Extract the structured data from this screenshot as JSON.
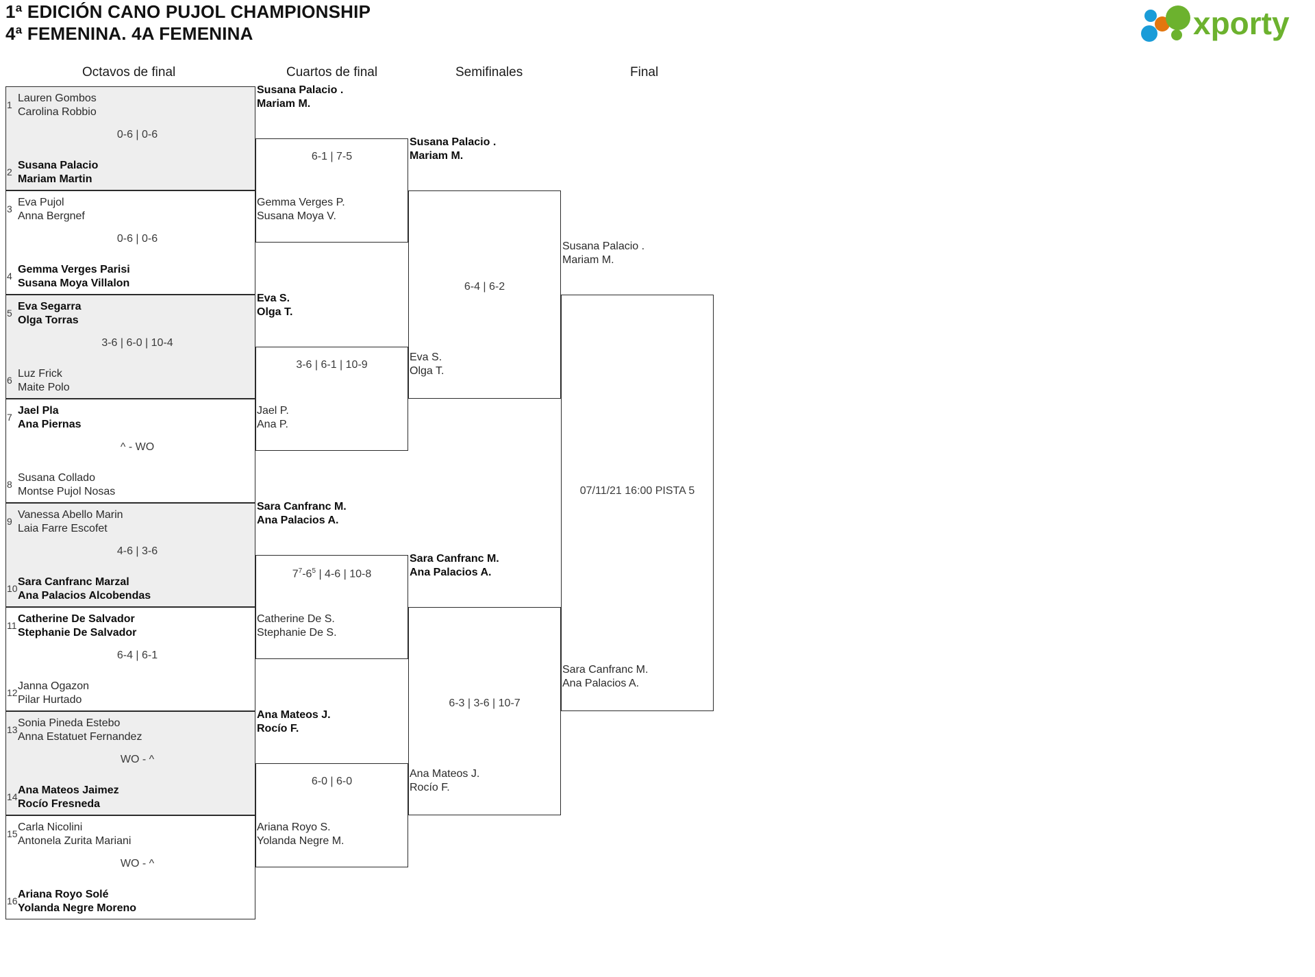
{
  "header": {
    "title": "1ª EDICIÓN CANO PUJOL CHAMPIONSHIP\n4ª FEMENINA. 4A FEMENINA",
    "logo_text": "xporty",
    "logo_colors": {
      "green": "#6cb22e",
      "blue": "#1a9cd8",
      "orange": "#e2760f"
    }
  },
  "rounds": [
    {
      "label": "Octavos de final"
    },
    {
      "label": "Cuartos de final"
    },
    {
      "label": "Semifinales"
    },
    {
      "label": "Final"
    }
  ],
  "round1": [
    {
      "seed_top": "1",
      "top": "Lauren Gombos\nCarolina Robbio",
      "top_winner": false,
      "seed_bottom": "2",
      "bottom": "Susana Palacio\nMariam Martin",
      "bottom_winner": true,
      "score": "0-6 | 0-6",
      "shaded": true
    },
    {
      "seed_top": "3",
      "top": "Eva Pujol\nAnna Bergnef",
      "top_winner": false,
      "seed_bottom": "4",
      "bottom": "Gemma Verges Parisi\nSusana Moya Villalon",
      "bottom_winner": true,
      "score": "0-6 | 0-6",
      "shaded": false
    },
    {
      "seed_top": "5",
      "top": "Eva Segarra\nOlga Torras",
      "top_winner": true,
      "seed_bottom": "6",
      "bottom": "Luz Frick\nMaite Polo",
      "bottom_winner": false,
      "score": "3-6 | 6-0 | 10-4",
      "shaded": true
    },
    {
      "seed_top": "7",
      "top": "Jael Pla\nAna Piernas",
      "top_winner": true,
      "seed_bottom": "8",
      "bottom": "Susana Collado\nMontse Pujol Nosas",
      "bottom_winner": false,
      "score": "^ - WO",
      "shaded": false
    },
    {
      "seed_top": "9",
      "top": "Vanessa Abello Marin\nLaia Farre Escofet",
      "top_winner": false,
      "seed_bottom": "10",
      "bottom": "Sara Canfranc Marzal\nAna Palacios Alcobendas",
      "bottom_winner": true,
      "score": "4-6 | 3-6",
      "shaded": true
    },
    {
      "seed_top": "11",
      "top": "Catherine De Salvador\nStephanie De Salvador",
      "top_winner": true,
      "seed_bottom": "12",
      "bottom": "Janna Ogazon\nPilar Hurtado",
      "bottom_winner": false,
      "score": "6-4 | 6-1",
      "shaded": false
    },
    {
      "seed_top": "13",
      "top": "Sonia Pineda Estebo\nAnna Estatuet Fernandez",
      "top_winner": false,
      "seed_bottom": "14",
      "bottom": "Ana Mateos Jaimez\nRocío Fresneda",
      "bottom_winner": true,
      "score": "WO - ^",
      "shaded": true
    },
    {
      "seed_top": "15",
      "top": "Carla Nicolini\nAntonela Zurita Mariani",
      "top_winner": false,
      "seed_bottom": "16",
      "bottom": "Ariana Royo Solé\nYolanda Negre Moreno",
      "bottom_winner": true,
      "score": "WO - ^",
      "shaded": false
    }
  ],
  "round2": [
    {
      "top": "Susana Palacio .\nMariam M.",
      "top_winner": true,
      "bottom": "Gemma Verges P.\nSusana Moya V.",
      "bottom_winner": false,
      "score": "6-1 | 7-5"
    },
    {
      "top": "Eva S.\nOlga T.",
      "top_winner": true,
      "bottom": "Jael P.\nAna P.",
      "bottom_winner": false,
      "score": "3-6 | 6-1 | 10-9"
    },
    {
      "top": "Sara Canfranc M.\nAna Palacios A.",
      "top_winner": true,
      "bottom": "Catherine De S.\nStephanie De S.",
      "bottom_winner": false,
      "score_html": "7<sup>7</sup>-6<sup>5</sup> | 4-6 | 10-8",
      "score": "7 7-6 5 | 4-6 | 10-8"
    },
    {
      "top": "Ana Mateos J.\nRocío F.",
      "top_winner": true,
      "bottom": "Ariana Royo S.\nYolanda Negre M.",
      "bottom_winner": false,
      "score": "6-0 | 6-0"
    }
  ],
  "round3": [
    {
      "top": "Susana Palacio .\nMariam M.",
      "top_winner": true,
      "bottom": "Eva S.\nOlga T.",
      "bottom_winner": false,
      "score": "6-4 | 6-2"
    },
    {
      "top": "Sara Canfranc M.\nAna Palacios A.",
      "top_winner": true,
      "bottom": "Ana Mateos J.\nRocío F.",
      "bottom_winner": false,
      "score": "6-3 | 3-6 | 10-7"
    }
  ],
  "round4": [
    {
      "top": "Susana Palacio .\nMariam M.",
      "top_winner": false,
      "bottom": "Sara Canfranc M.\nAna Palacios A.",
      "bottom_winner": false,
      "score": "07/11/21 16:00 PISTA 5"
    }
  ]
}
